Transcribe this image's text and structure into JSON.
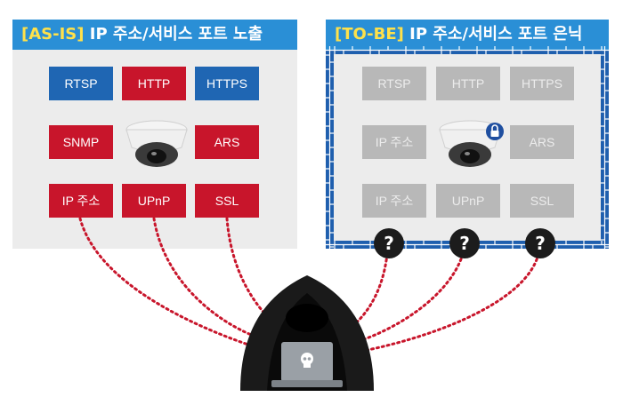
{
  "left": {
    "tag": "[AS-IS]",
    "title": " IP 주소/서비스 포트 노출",
    "boxes": [
      "RTSP",
      "HTTP",
      "HTTPS",
      "SNMP",
      "ARS",
      "IP 주소",
      "UPnP",
      "SSL"
    ]
  },
  "right": {
    "tag": "[TO-BE]",
    "title": " IP 주소/서비스 포트 은닉",
    "boxes": [
      "RTSP",
      "HTTP",
      "HTTPS",
      "IP 주소",
      "ARS",
      "IP 주소",
      "UPnP",
      "SSL"
    ]
  },
  "question_mark": "?",
  "colors": {
    "exposed": "#c8152b",
    "exposed_alt": "#1f66b3",
    "hidden": "#b8b8b8",
    "wall": "#1f5fae",
    "attack_line": "#c8152b"
  },
  "icons": [
    "camera-icon",
    "lock-icon",
    "hacker-icon",
    "skull-icon",
    "laptop-icon"
  ]
}
